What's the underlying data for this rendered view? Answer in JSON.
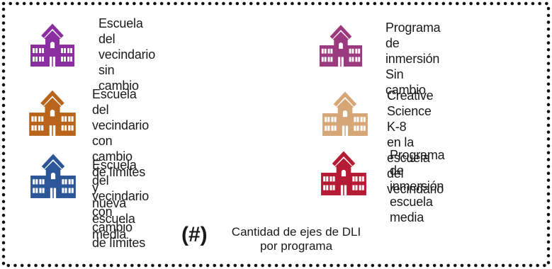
{
  "legend": {
    "items": [
      {
        "label": "Escuela del\nvecindario\nsin cambio",
        "icon": "school-building-icon",
        "color": "#8B2FA0"
      },
      {
        "label": "Escuela del vecindario\ncon cambio de límites y\nnueva escuela media",
        "icon": "school-building-icon",
        "color": "#B8651B"
      },
      {
        "label": "Escuela del vecindario\ncon cambio de límites",
        "icon": "school-building-icon",
        "color": "#2C5697"
      },
      {
        "label": "Programa de\ninmersión Sin\ncambio",
        "icon": "school-building-icon",
        "color": "#9B3A7E"
      },
      {
        "label": "Creative Science K-8\nen la escuela del\nvecindario",
        "icon": "school-building-icon",
        "color": "#D6A676"
      },
      {
        "label": "Programa de\ninmersión escuela\nmedia",
        "icon": "school-building-icon",
        "color": "#B51B34"
      }
    ],
    "note": {
      "symbol": "(#)",
      "text": "Cantidad de ejes de DLI\npor programa"
    }
  }
}
